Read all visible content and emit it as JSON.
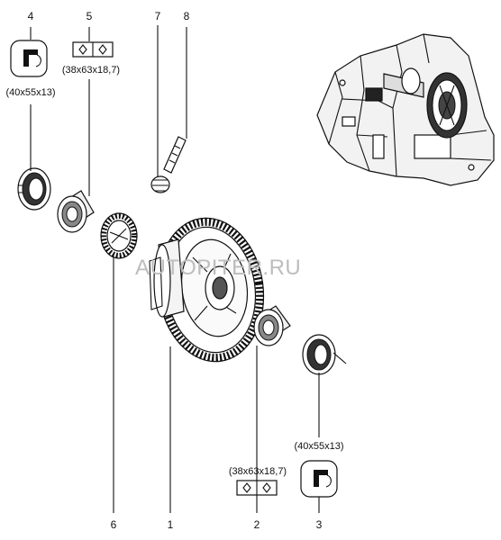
{
  "watermark": "AUTOPITER.RU",
  "callouts": [
    {
      "id": "c1",
      "number": "1"
    },
    {
      "id": "c2",
      "number": "2",
      "dimension": "(38x63x18,7)"
    },
    {
      "id": "c3",
      "number": "3",
      "dimension": "(40x55x13)"
    },
    {
      "id": "c4",
      "number": "4",
      "dimension": "(40x55x13)"
    },
    {
      "id": "c5",
      "number": "5",
      "dimension": "(38x63x18,7)"
    },
    {
      "id": "c6",
      "number": "6"
    },
    {
      "id": "c7",
      "number": "7"
    },
    {
      "id": "c8",
      "number": "8"
    }
  ]
}
